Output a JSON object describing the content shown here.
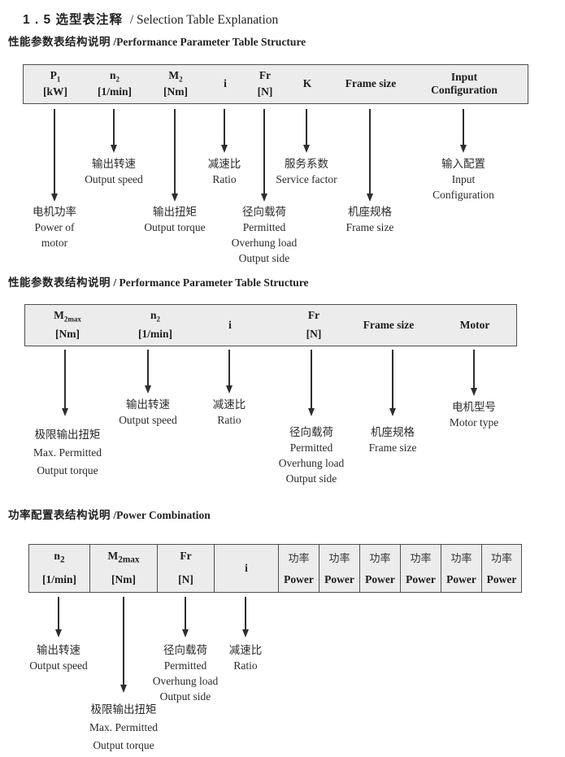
{
  "page": {
    "title_zh": "1 . 5 选型表注释",
    "title_en": "/ Selection Table Explanation"
  },
  "section1": {
    "heading_zh": "性能参数表结构说明",
    "heading_en": "/Performance Parameter Table Structure",
    "table": {
      "columns": [
        {
          "sym": "P",
          "sub": "1",
          "unit": "[kW]"
        },
        {
          "sym": "n",
          "sub": "2",
          "unit": "[1/min]"
        },
        {
          "sym": "M",
          "sub": "2",
          "unit": "[Nm]"
        },
        {
          "sym": "i"
        },
        {
          "sym": "Fr",
          "unit": "[N]"
        },
        {
          "sym": "K"
        },
        {
          "sym": "Frame size"
        },
        {
          "lines": [
            "Input",
            "Configuration"
          ]
        }
      ]
    },
    "callouts": [
      {
        "lines": [
          "电机功率",
          "Power of",
          "motor"
        ]
      },
      {
        "lines": [
          "输出转速",
          "Output speed"
        ]
      },
      {
        "lines": [
          "输出扭矩",
          "Output torque"
        ]
      },
      {
        "lines": [
          "减速比",
          "Ratio"
        ]
      },
      {
        "lines": [
          "径向载荷",
          "Permitted",
          "Overhung load",
          "Output side"
        ]
      },
      {
        "lines": [
          "服务系数",
          "Service factor"
        ]
      },
      {
        "lines": [
          "机座规格",
          "Frame size"
        ]
      },
      {
        "lines": [
          "输入配置",
          "Input",
          "Configuration"
        ]
      }
    ]
  },
  "section2": {
    "heading_zh": "性能参数表结构说明",
    "heading_en": "/ Performance Parameter Table Structure",
    "table": {
      "columns": [
        {
          "sym": "M",
          "sub": "2max",
          "unit": "[Nm]"
        },
        {
          "sym": "n",
          "sub": "2",
          "unit": "[1/min]"
        },
        {
          "sym": "i"
        },
        {
          "sym": "Fr",
          "unit": "[N]"
        },
        {
          "sym": "Frame size"
        },
        {
          "sym": "Motor"
        }
      ]
    },
    "callouts": [
      {
        "lines": [
          "极限输出扭矩",
          "Max. Permitted",
          "Output torque"
        ]
      },
      {
        "lines": [
          "输出转速",
          "Output speed"
        ]
      },
      {
        "lines": [
          "减速比",
          "Ratio"
        ]
      },
      {
        "lines": [
          "径向载荷",
          "Permitted",
          "Overhung load",
          "Output side"
        ]
      },
      {
        "lines": [
          "机座规格",
          "Frame size"
        ]
      },
      {
        "lines": [
          "电机型号",
          "Motor type"
        ]
      }
    ]
  },
  "section3": {
    "heading_zh": "功率配置表结构说明",
    "heading_en": "/Power Combination",
    "table": {
      "columns": [
        {
          "sym": "n",
          "sub": "2",
          "unit": "[1/min]"
        },
        {
          "sym": "M",
          "sub": "2max",
          "unit": "[Nm]"
        },
        {
          "sym": "Fr",
          "unit": "[N]"
        },
        {
          "sym": "i"
        }
      ],
      "power_columns": [
        {
          "zh": "功率",
          "en": "Power"
        },
        {
          "zh": "功率",
          "en": "Power"
        },
        {
          "zh": "功率",
          "en": "Power"
        },
        {
          "zh": "功率",
          "en": "Power"
        },
        {
          "zh": "功率",
          "en": "Power"
        },
        {
          "zh": "功率",
          "en": "Power"
        }
      ]
    },
    "callouts": [
      {
        "lines": [
          "输出转速",
          "Output speed"
        ]
      },
      {
        "lines": [
          "极限输出扭矩",
          "Max. Permitted",
          "Output torque"
        ]
      },
      {
        "lines": [
          "径向载荷",
          "Permitted",
          "Overhung load",
          "Output side"
        ]
      },
      {
        "lines": [
          "减速比",
          "Ratio"
        ]
      }
    ]
  }
}
